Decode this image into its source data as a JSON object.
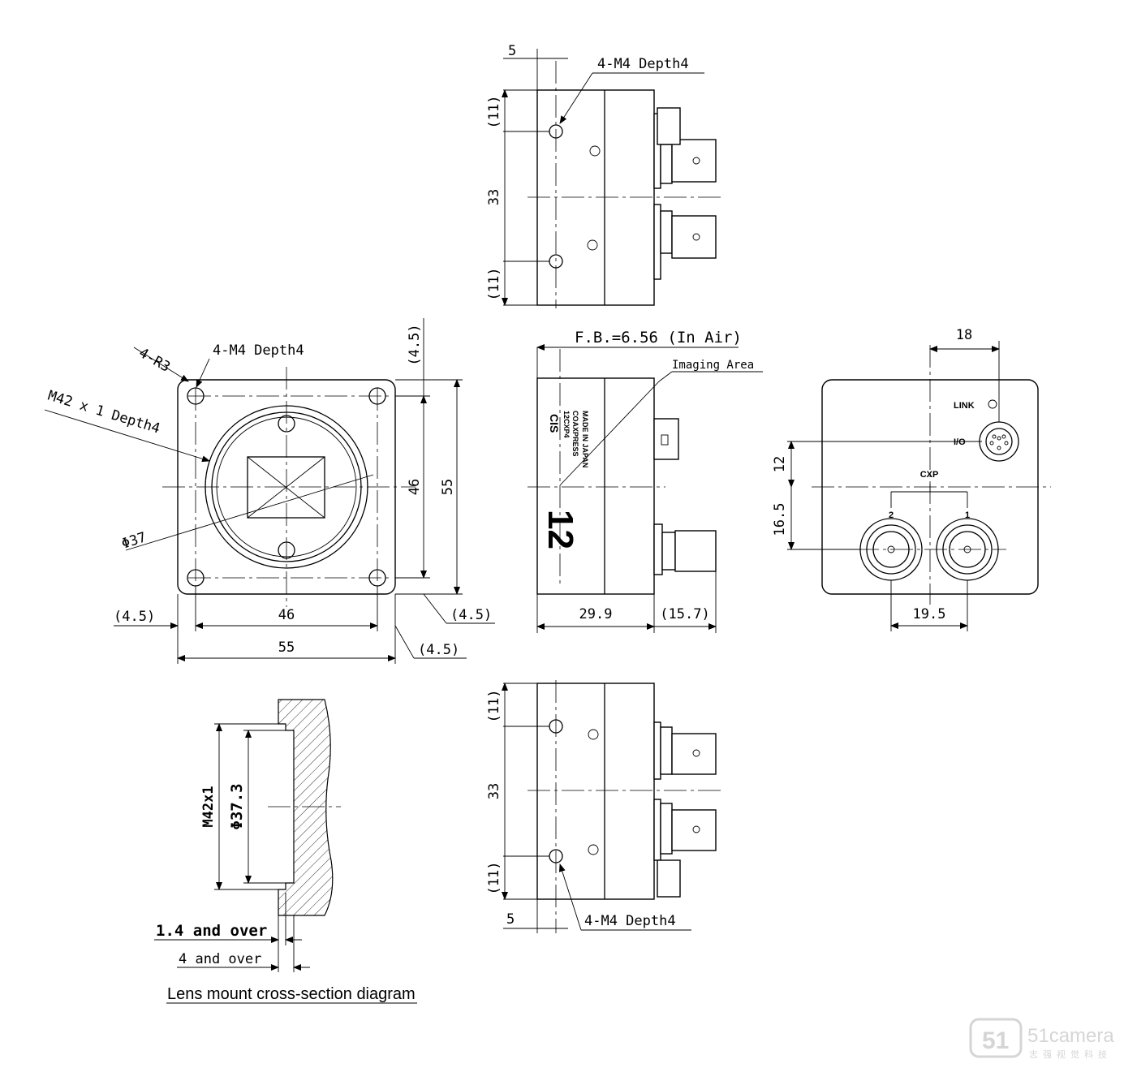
{
  "top_view": {
    "dim_offset": "5",
    "hole_note": "4-M4  Depth4",
    "dim_top": "(11)",
    "dim_mid": "33",
    "dim_bottom": "(11)"
  },
  "front_view": {
    "radius_note": "4-R3",
    "hole_note": "4-M4  Depth4",
    "mount_note": "M42 x 1  Depth4",
    "diameter_note": "Φ37",
    "dim_top_right": "(4.5)",
    "dim_inner_h": "46",
    "dim_outer_h": "55",
    "dim_left": "(4.5)",
    "dim_inner_w": "46",
    "dim_right_low": "(4.5)",
    "dim_outer_w": "55",
    "dim_bottom_right": "(4.5)"
  },
  "side_view": {
    "fb_note": "F.B.=6.56 (In Air)",
    "imaging_note": "Imaging Area",
    "label_brand": "CIS",
    "label_model": "12CXP4",
    "label_standard": "COAXPRESS",
    "label_origin": "MADE IN JAPAN",
    "label_big": "12",
    "dim_body": "29.9",
    "dim_connector": "(15.7)"
  },
  "rear_view": {
    "dim_top": "18",
    "link_label": "LINK",
    "io_label": "I/O",
    "cxp_label": "CXP",
    "port_2": "2",
    "port_1": "1",
    "dim_v_upper": "12",
    "dim_v_lower": "16.5",
    "dim_bottom": "19.5"
  },
  "bottom_view": {
    "dim_top": "(11)",
    "dim_mid": "33",
    "dim_bottom": "(11)",
    "dim_offset": "5",
    "hole_note": "4-M4  Depth4"
  },
  "cross_section": {
    "dim_thread": "M42x1",
    "dim_diameter": "Φ37.3",
    "note_min_1": "1.4 and over",
    "note_min_2": "4 and over",
    "caption": "Lens mount cross-section diagram"
  },
  "watermark": {
    "brand": "51camera",
    "sub": "志强视觉科技"
  }
}
